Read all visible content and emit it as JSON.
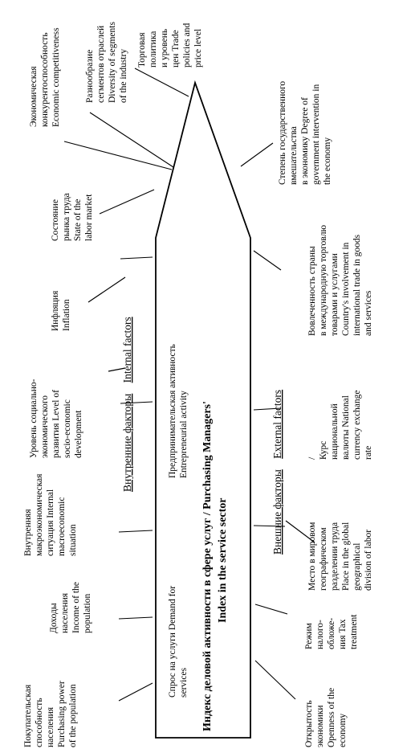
{
  "diagram": {
    "title": [
      "Индекс деловой активности в сфере услуг / Purchasing Managers'",
      "Index in the service sector"
    ],
    "internal_group": {
      "ru": "Внутренние факторы",
      "en": "Internal factors"
    },
    "external_group": {
      "ru": "Внешние факторы",
      "en": "External factors"
    },
    "inner_factors": [
      [
        "Спрос на услуги   Demand for",
        "services"
      ],
      [
        "Предпринимательская активность",
        "Entrepreneurial activity"
      ]
    ],
    "top_factors": [
      [
        "Покупательская",
        "способность",
        "населения",
        "Purchasing power",
        "of the population"
      ],
      [
        "Доходы",
        "населения",
        "Income of the",
        "population"
      ],
      [
        "Внутренняя",
        "макроэкономическая",
        "ситуация   Internal",
        "macroeconomic",
        "situation"
      ],
      [
        "Уровень социально-",
        "экономического",
        "развития   Level of",
        "socio-economic",
        "development"
      ],
      [
        "Инфляция",
        "Inflation"
      ],
      [
        "Состояние",
        "рынка труда",
        "State of the",
        "labor market"
      ],
      [
        "Экономическая",
        "конкурентоспособность",
        "Economic competitiveness"
      ],
      [
        "Разнообразие",
        "сегментов отраслей",
        "Diversity of segments",
        "of the industry"
      ],
      [
        "Торговая",
        "политика",
        "и уровень",
        "цен   Trade",
        "policies and",
        "price level"
      ]
    ],
    "right_factor": [
      "Степень государственного",
      "вмешательства",
      "в экономику   Degree of",
      "government intervention in",
      "the economy"
    ],
    "bottom_factors": [
      [
        "Открытость",
        "экономики",
        "Openness of the",
        "economy"
      ],
      [
        "Режим",
        "налого-",
        "обложе-",
        "ния   Tax",
        "treatment"
      ],
      [
        "Место в мировом",
        "географическом",
        "разделении труда",
        "Place in the global",
        "geographical",
        "division of labor"
      ],
      [
        "/",
        "Курс",
        "национальной",
        "валюты   National",
        "currency exchange",
        "rate"
      ],
      [
        "Вовлеченность страны",
        "в международную торговлю",
        "товарами и услугами",
        "Country's involvement in",
        "international trade in goods",
        "and services"
      ]
    ]
  }
}
